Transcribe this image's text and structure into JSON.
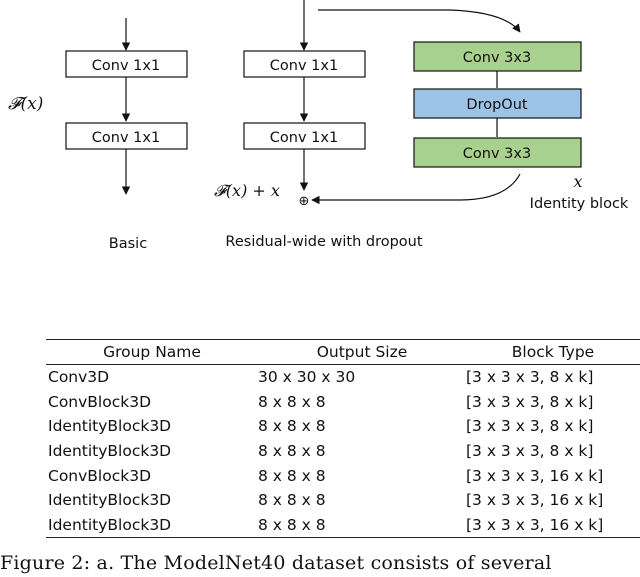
{
  "diagram": {
    "fx_label": "𝓕(x)",
    "basic": {
      "conv1": "Conv 1x1",
      "conv2": "Conv 1x1",
      "caption": "Basic"
    },
    "residual": {
      "conv1": "Conv 1x1",
      "conv2": "Conv 1x1",
      "sum_label": "𝓕(x) + x",
      "plus_symbol": "⊕",
      "caption": "Residual-wide with dropout"
    },
    "identity": {
      "conv_top": "Conv 3x3",
      "dropout": "DropOut",
      "conv_bottom": "Conv 3x3",
      "x_label": "x",
      "caption": "Identity block"
    },
    "colors": {
      "conv3x3_fill": "#a9d18e",
      "dropout_fill": "#9dc3e6",
      "stroke": "#111111"
    }
  },
  "table": {
    "headers": [
      "Group Name",
      "Output Size",
      "Block Type"
    ],
    "rows": [
      [
        "Conv3D",
        "30 x 30 x 30",
        "[3 x 3 x 3, 8 x k]"
      ],
      [
        "ConvBlock3D",
        "8 x 8 x 8",
        "[3 x 3 x 3, 8 x k]"
      ],
      [
        "IdentityBlock3D",
        "8 x 8 x 8",
        "[3 x 3 x 3, 8 x k]"
      ],
      [
        "IdentityBlock3D",
        "8 x 8 x 8",
        "[3 x 3 x 3, 8 x k]"
      ],
      [
        "ConvBlock3D",
        "8 x 8 x 8",
        "[3 x 3 x 3, 16 x k]"
      ],
      [
        "IdentityBlock3D",
        "8 x 8 x 8",
        "[3 x 3 x 3, 16 x k]"
      ],
      [
        "IdentityBlock3D",
        "8 x 8 x 8",
        "[3 x 3 x 3, 16 x k]"
      ]
    ]
  },
  "caption": "Figure 2: a. The ModelNet40 dataset consists of several"
}
